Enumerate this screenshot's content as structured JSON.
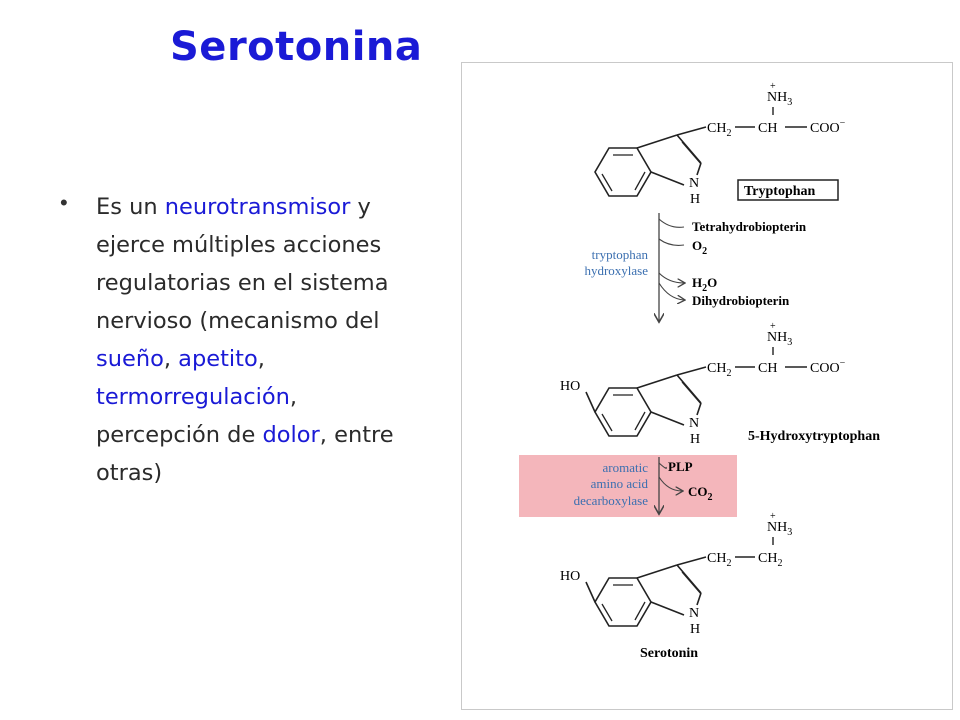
{
  "slide": {
    "title": "Serotonina",
    "bullet": {
      "parts": [
        {
          "text": "Es un ",
          "highlight": false
        },
        {
          "text": "neurotransmisor",
          "highlight": true
        },
        {
          "text": " y ejerce múltiples acciones regulatorias en el sistema nervioso (mecanismo del ",
          "highlight": false
        },
        {
          "text": "sueño",
          "highlight": true
        },
        {
          "text": ", ",
          "highlight": false
        },
        {
          "text": "apetito",
          "highlight": true
        },
        {
          "text": ", ",
          "highlight": false
        },
        {
          "text": "termorregulación",
          "highlight": true
        },
        {
          "text": ", percepción de ",
          "highlight": false
        },
        {
          "text": "dolor",
          "highlight": true
        },
        {
          "text": ", entre otras)",
          "highlight": false
        }
      ]
    }
  },
  "pathway": {
    "tryptophan": {
      "name": "Tryptophan",
      "amine": "NH",
      "amine_sub": "3",
      "charge": "+",
      "ch2": "CH",
      "ch2_sub": "2",
      "ch": "CH",
      "coo": "COO",
      "coo_charge": "−",
      "ring_n": "N",
      "ring_h": "H"
    },
    "step1": {
      "enzyme_line1": "tryptophan",
      "enzyme_line2": "hydroxylase",
      "in1": "Tetrahydrobiopterin",
      "in2": "O",
      "in2_sub": "2",
      "out1": "H",
      "out1_sub": "2",
      "out1_tail": "O",
      "out2": "Dihydrobiopterin"
    },
    "hydroxytryptophan": {
      "name": "5-Hydroxytryptophan",
      "ho": "HO",
      "amine": "NH",
      "amine_sub": "3",
      "charge": "+",
      "ch2": "CH",
      "ch2_sub": "2",
      "ch": "CH",
      "coo": "COO",
      "coo_charge": "−",
      "ring_n": "N",
      "ring_h": "H"
    },
    "step2": {
      "enzyme_line1": "aromatic",
      "enzyme_line2": "amino acid",
      "enzyme_line3": "decarboxylase",
      "cofactor": "PLP",
      "out1": "CO",
      "out1_sub": "2",
      "highlight_color": "#f4b6bb"
    },
    "serotonin": {
      "name": "Serotonin",
      "ho": "HO",
      "amine": "NH",
      "amine_sub": "3",
      "charge": "+",
      "ch2a": "CH",
      "ch2a_sub": "2",
      "ch2b": "CH",
      "ch2b_sub": "2",
      "ring_n": "N",
      "ring_h": "H"
    },
    "colors": {
      "enzyme_text": "#3b6fb0",
      "title": "#1a1ad6"
    }
  }
}
